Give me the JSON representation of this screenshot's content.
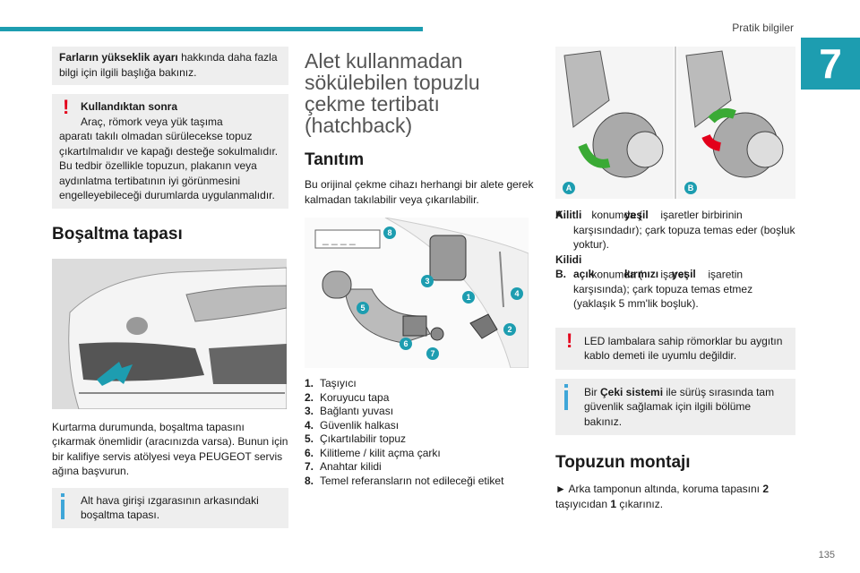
{
  "header": {
    "section_title": "Pratik bilgiler",
    "chapter": "7",
    "page_number": "135"
  },
  "col1": {
    "note1": {
      "bold": "Farların yükseklik ayarı",
      "rest": " hakkında daha fazla bilgi için ilgili başlığa bakınız."
    },
    "warning1": {
      "title": "Kullandıktan sonra",
      "line1": "Araç, römork veya yük taşıma",
      "rest": "aparatı takılı olmadan sürülecekse topuz çıkartılmalıdır ve kapağı desteğe sokulmalıdır. Bu tedbir özellikle topuzun, plakanın veya aydınlatma tertibatının iyi görünmesini engelleyebileceği durumlarda uygulanmalıdır."
    },
    "heading": "Boşaltma tapası",
    "body": "Kurtarma durumunda, boşaltma tapasını çıkarmak önemlidir (aracınızda varsa). Bunun için bir kalifiye servis atölyesi veya PEUGEOT servis ağına başvurun.",
    "info": "Alt hava girişi ızgarasının arkasındaki boşaltma tapası."
  },
  "col2": {
    "title": "Alet kullanmadan sökülebilen topuzlu çekme tertibatı (hatchback)",
    "subheading": "Tanıtım",
    "intro": "Bu orijinal çekme cihazı herhangi bir alete gerek kalmadan takılabilir veya çıkarılabilir.",
    "figure_labels": [
      "8",
      "3",
      "1",
      "4",
      "5",
      "2",
      "6",
      "7"
    ],
    "legend": [
      {
        "n": "1.",
        "text": "Taşıyıcı"
      },
      {
        "n": "2.",
        "text": "Koruyucu tapa"
      },
      {
        "n": "3.",
        "text": "Bağlantı yuvası"
      },
      {
        "n": "4.",
        "text": "Güvenlik halkası"
      },
      {
        "n": "5.",
        "text": "Çıkartılabilir topuz"
      },
      {
        "n": "6.",
        "text": "Kilitleme / kilit açma çarkı"
      },
      {
        "n": "7.",
        "text": "Anahtar kilidi"
      },
      {
        "n": "8.",
        "text": "Temel referansların not edileceği etiket"
      }
    ]
  },
  "col3": {
    "figure_labels": [
      "A",
      "B"
    ],
    "itemA": {
      "letter": "A.",
      "b1": "Kilitli",
      "t1": " konumda (",
      "b2": "yeşil",
      "t2": " işaretler birbirinin karşısındadır); çark topuza temas eder (boşluk yoktur)."
    },
    "itemB": {
      "letter": "B.",
      "b1": "Kilidi açık",
      "t1": " konumda (",
      "b2": "kırmızı",
      "t2": " işaret ",
      "b3": "yeşil",
      "t3": " işaretin karşısında); çark topuza temas etmez (yaklaşık 5 mm'lik boşluk)."
    },
    "warning": "LED lambalara sahip römorklar bu aygıtın kablo demeti ile uyumlu değildir.",
    "info": {
      "pre": "Bir ",
      "bold": "Çeki sistemi",
      "post": " ile sürüş sırasında tam güvenlik sağlamak için ilgili bölüme bakınız."
    },
    "heading": "Topuzun montajı",
    "step": {
      "pre": "► Arka tamponun altında, koruma tapasını ",
      "b1": "2",
      "mid": " taşıyıcıdan ",
      "b2": "1",
      "post": " çıkarınız."
    }
  },
  "colors": {
    "accent": "#1d9db0",
    "warning": "#e3001b",
    "info": "#3fa6d8",
    "lock_green": "#3aaa35",
    "unlock_red": "#e3001b"
  }
}
